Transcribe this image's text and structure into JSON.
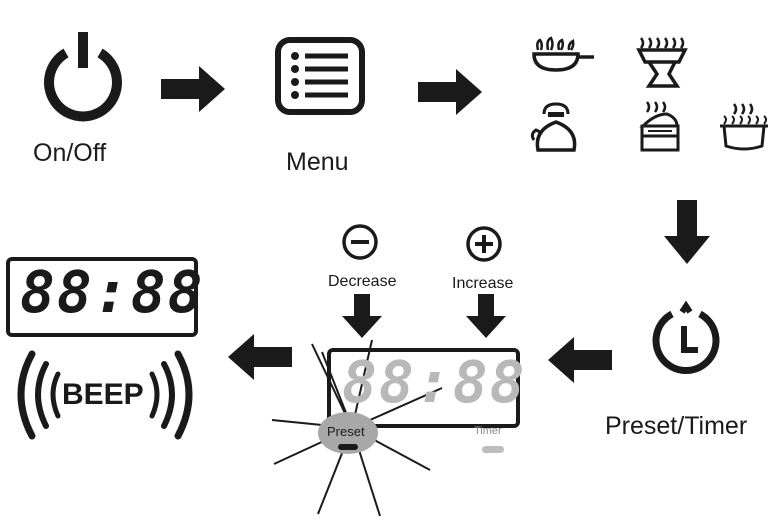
{
  "steps": {
    "on_off": {
      "label": "On/Off",
      "icon": "power-icon"
    },
    "menu": {
      "label": "Menu",
      "icon": "menu-list-icon"
    },
    "preset_timer": {
      "label": "Preset/Timer",
      "icon": "clock-icon"
    }
  },
  "cooking_modes": [
    {
      "icon": "frying-pan-icon"
    },
    {
      "icon": "grill-icon"
    },
    {
      "icon": "kettle-icon"
    },
    {
      "icon": "steamer-icon"
    },
    {
      "icon": "boil-pot-icon"
    }
  ],
  "controls": {
    "decrease": {
      "label": "Decrease",
      "icon": "minus-circle-icon"
    },
    "increase": {
      "label": "Increase",
      "icon": "plus-circle-icon"
    }
  },
  "timer_display": {
    "digits": "88:88",
    "preset_label": "Preset",
    "timer_label": "Timer"
  },
  "beep_display": {
    "digits": "88:88",
    "beep_label": "BEEP"
  },
  "colors": {
    "ink": "#1a1a1a",
    "dim_digits": "#b8b8b8",
    "preset_button": "#a8a8a8",
    "timer_indicator": "#bdbdbd"
  }
}
